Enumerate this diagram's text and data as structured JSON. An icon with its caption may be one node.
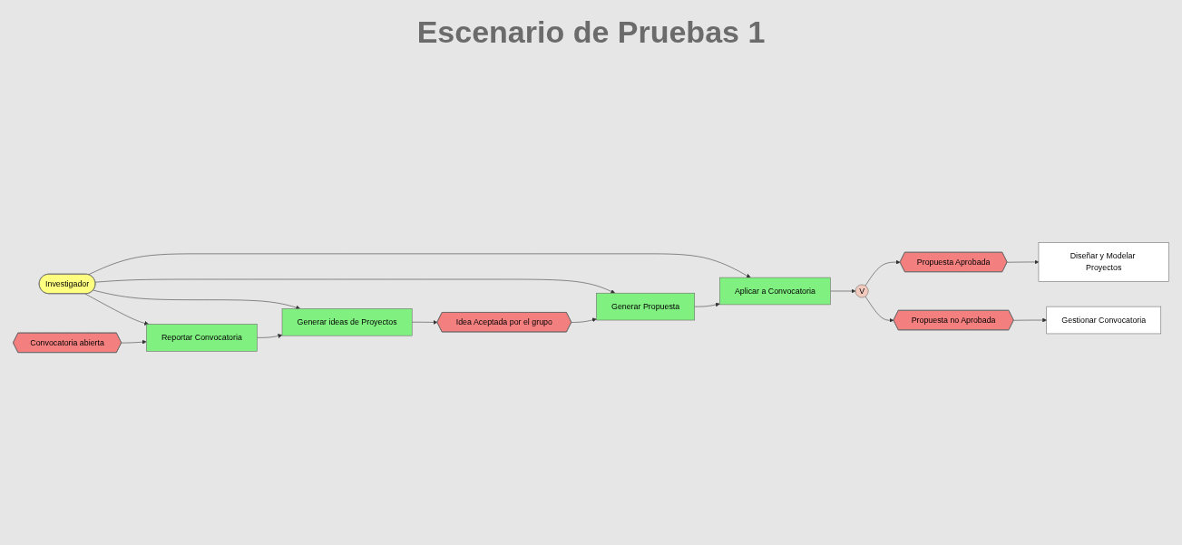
{
  "diagram": {
    "title": "Escenario de Pruebas 1",
    "nodes": [
      {
        "text": [
          "Investigador"
        ]
      },
      {
        "text": [
          "Convocatoria abierta"
        ]
      },
      {
        "text": [
          "Reportar Convocatoria"
        ]
      },
      {
        "text": [
          "Generar ideas de Proyectos"
        ]
      },
      {
        "text": [
          "Idea Aceptada por el grupo"
        ]
      },
      {
        "text": [
          "Generar Propuesta"
        ]
      },
      {
        "text": [
          "Aplicar a Convocatoria"
        ]
      },
      {
        "text": [
          "V"
        ]
      },
      {
        "text": [
          "Propuesta Aprobada"
        ]
      },
      {
        "text": [
          "Diseñar y Modelar Proyectos"
        ]
      },
      {
        "text": [
          "Propuesta no Aprobada"
        ]
      },
      {
        "text": [
          "Gestionar Convocatoria"
        ]
      }
    ],
    "edges": [
      {
        "from": 0,
        "to": 2,
        "arrow": "to"
      },
      {
        "from": 0,
        "to": 3,
        "arrow": "to"
      },
      {
        "from": 0,
        "to": 5,
        "arrow": "to"
      },
      {
        "from": 0,
        "to": 6,
        "arrow": "to"
      },
      {
        "from": 1,
        "to": 2,
        "arrow": "to"
      },
      {
        "from": 2,
        "to": 3,
        "arrow": "to"
      },
      {
        "from": 3,
        "to": 4,
        "arrow": "to"
      },
      {
        "from": 4,
        "to": 5,
        "arrow": "to"
      },
      {
        "from": 5,
        "to": 6,
        "arrow": "to"
      },
      {
        "from": 6,
        "to": 7,
        "arrow": "to"
      },
      {
        "from": 7,
        "to": 8,
        "arrow": "to"
      },
      {
        "from": 7,
        "to": 10,
        "arrow": "to"
      },
      {
        "from": 8,
        "to": 9,
        "arrow": "to"
      },
      {
        "from": 10,
        "to": 11,
        "arrow": "to"
      }
    ]
  }
}
